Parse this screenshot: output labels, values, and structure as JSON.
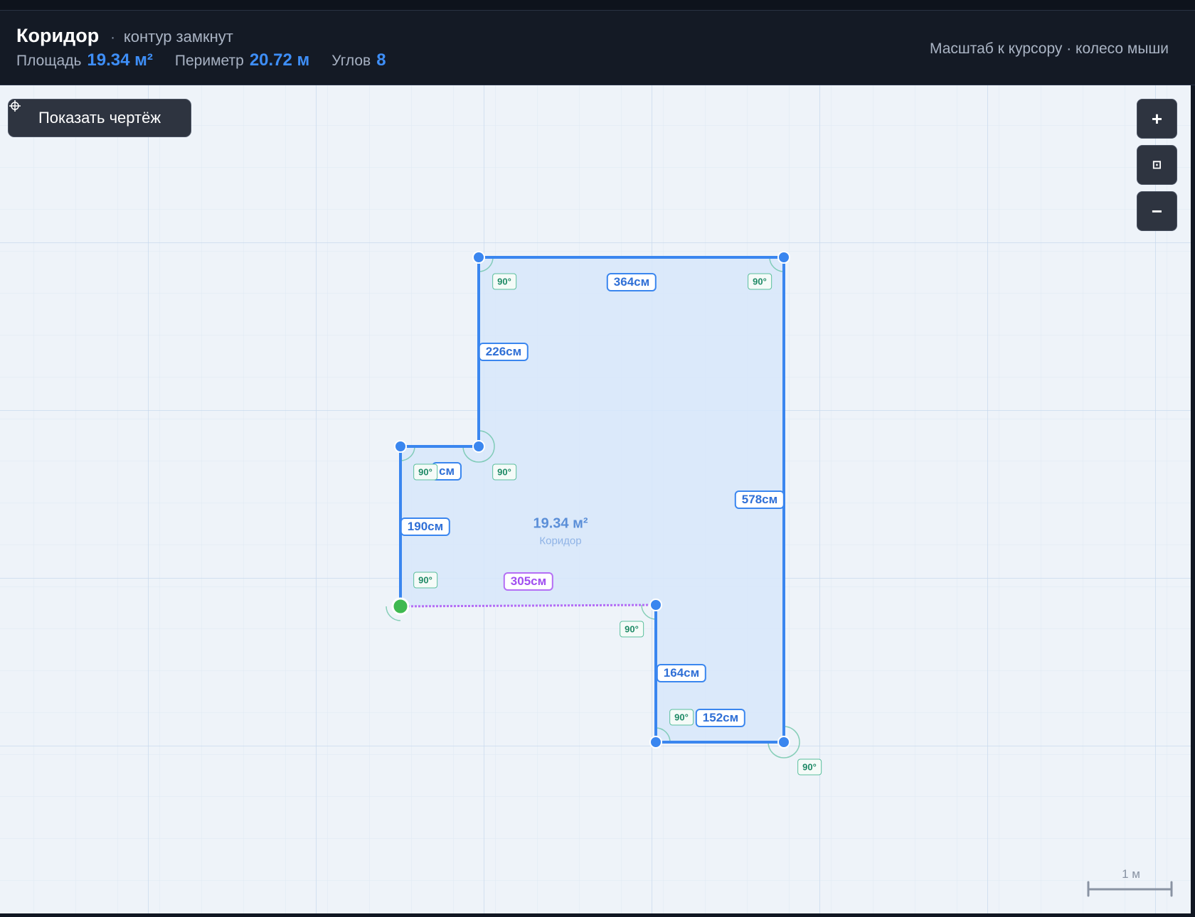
{
  "header": {
    "room_name": "Коридор",
    "separator": "·",
    "status": "контур замкнут",
    "stats": [
      {
        "label": "Площадь",
        "value": "19.34 м²"
      },
      {
        "label": "Периметр",
        "value": "20.72 м"
      },
      {
        "label": "Углов",
        "value": "8"
      }
    ],
    "hint": "Масштаб к курсору · колесо мыши"
  },
  "toolbar": {
    "show_drawing_label": "Показать чертёж",
    "zoom_in_label": "+",
    "fit_label": "⊡",
    "zoom_out_label": "−"
  },
  "plan": {
    "area_label": "19.34 м²",
    "room_label": "Коридор",
    "segment_lengths": [
      "364см",
      "226см",
      "см",
      "190см",
      "305см",
      "164см",
      "152см",
      "578см"
    ],
    "angle_text": "90°",
    "scale_label": "1 м",
    "colors": {
      "wall": "#3a86ef",
      "fill": "#d7e6fa",
      "active_segment": "#b46ef5",
      "start_vertex": "#3fb950",
      "angle_marker": "#5bbf9d"
    }
  }
}
